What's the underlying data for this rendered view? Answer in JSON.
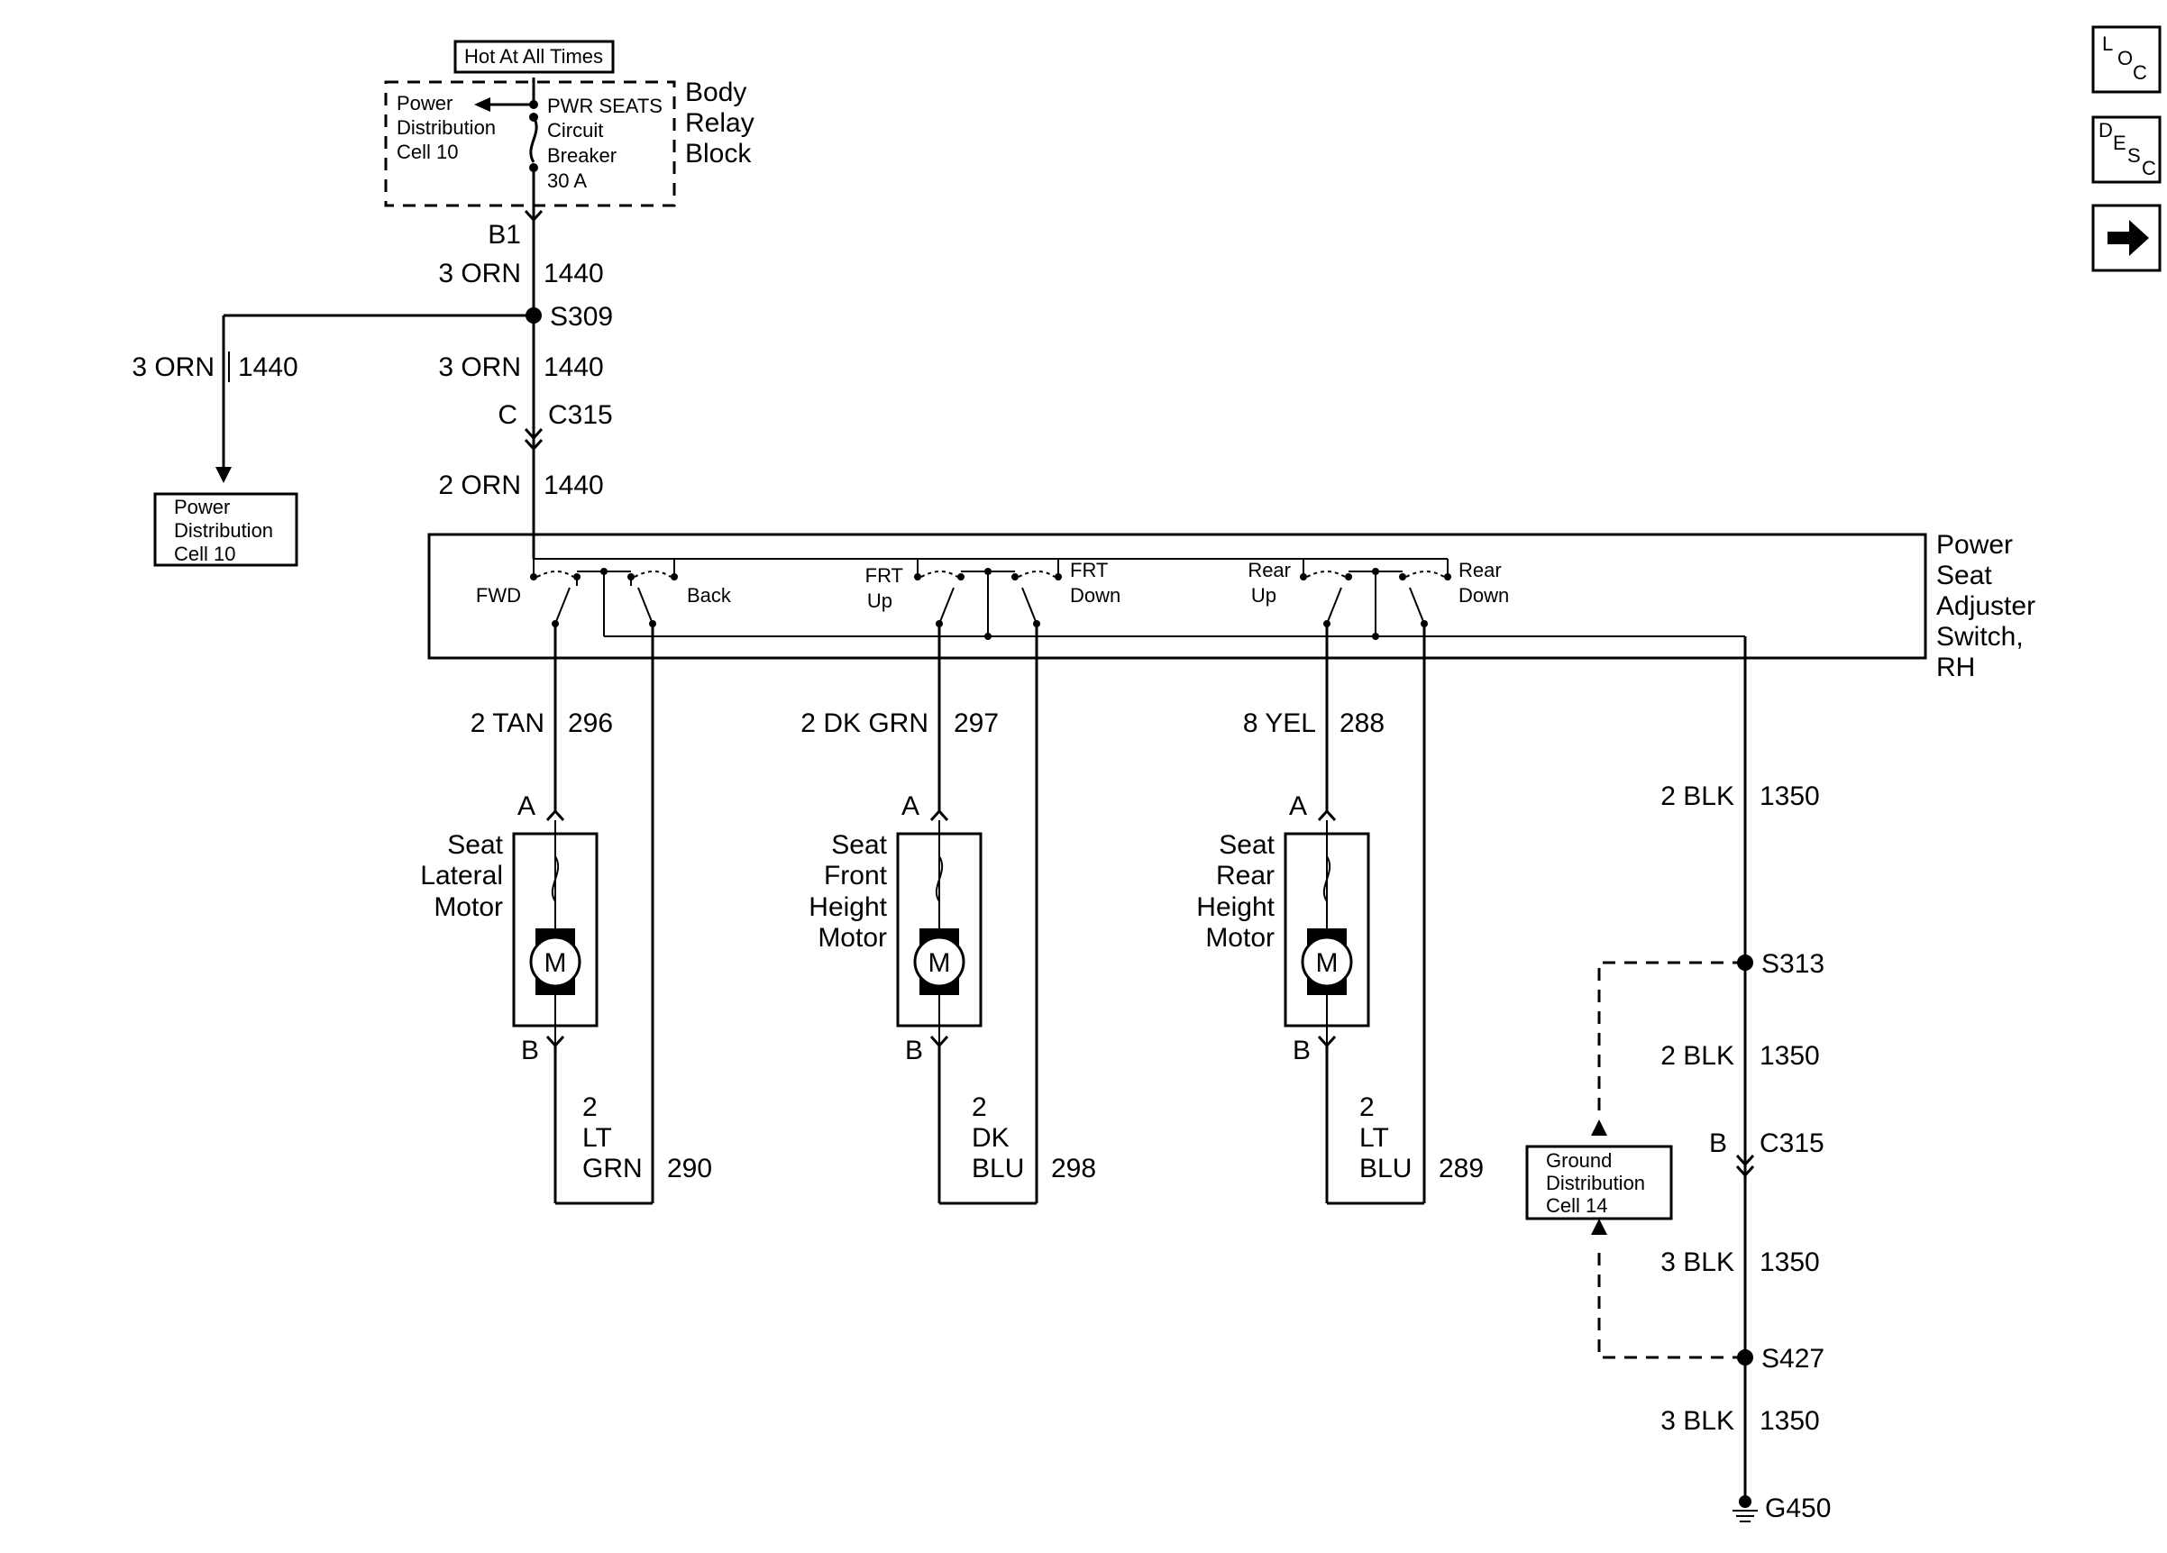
{
  "source": {
    "hot_label": "Hot At All Times",
    "pdc_lines": [
      "Power",
      "Distribution",
      "Cell 10"
    ],
    "breaker_lines": [
      "PWR SEATS",
      "Circuit",
      "Breaker",
      "30 A"
    ],
    "relay_block_lines": [
      "Body",
      "Relay",
      "Block"
    ],
    "terminal": "B1"
  },
  "feed": {
    "wire1": {
      "size_color": "3 ORN",
      "circuit": "1440"
    },
    "splice": "S309",
    "branch_wire": {
      "size_color": "3 ORN",
      "circuit": "1440"
    },
    "wire2": {
      "size_color": "3 ORN",
      "circuit": "1440"
    },
    "connector_pin": "C",
    "connector": "C315",
    "wire3": {
      "size_color": "2 ORN",
      "circuit": "1440"
    },
    "branch_dest_lines": [
      "Power",
      "Distribution",
      "Cell 10"
    ]
  },
  "switch": {
    "name_lines": [
      "Power",
      "Seat",
      "Adjuster",
      "Switch,",
      "RH"
    ],
    "fwd": "FWD",
    "back": "Back",
    "frt_up": [
      "FRT",
      "Up"
    ],
    "frt_down": [
      "FRT",
      "Down"
    ],
    "rear_up": [
      "Rear",
      "Up"
    ],
    "rear_down": [
      "Rear",
      "Down"
    ]
  },
  "motors": [
    {
      "name_lines": [
        "Seat",
        "Lateral",
        "Motor"
      ],
      "pin_a": "A",
      "pin_b": "B",
      "top_wire": {
        "size_color": "2 TAN",
        "circuit": "296"
      },
      "return_wire_lines": [
        "2",
        "LT",
        "GRN"
      ],
      "return_circuit": "290",
      "symbol": "M"
    },
    {
      "name_lines": [
        "Seat",
        "Front",
        "Height",
        "Motor"
      ],
      "pin_a": "A",
      "pin_b": "B",
      "top_wire": {
        "size_color": "2 DK GRN",
        "circuit": "297"
      },
      "return_wire_lines": [
        "2",
        "DK",
        "BLU"
      ],
      "return_circuit": "298",
      "symbol": "M"
    },
    {
      "name_lines": [
        "Seat",
        "Rear",
        "Height",
        "Motor"
      ],
      "pin_a": "A",
      "pin_b": "B",
      "top_wire": {
        "size_color": "8 YEL",
        "circuit": "288"
      },
      "return_wire_lines": [
        "2",
        "LT",
        "BLU"
      ],
      "return_circuit": "289",
      "symbol": "M"
    }
  ],
  "ground": {
    "wire1": {
      "size_color": "2 BLK",
      "circuit": "1350"
    },
    "splice1": "S313",
    "wire2": {
      "size_color": "2 BLK",
      "circuit": "1350"
    },
    "connector_pin": "B",
    "connector": "C315",
    "wire3": {
      "size_color": "3 BLK",
      "circuit": "1350"
    },
    "splice2": "S427",
    "wire4": {
      "size_color": "3 BLK",
      "circuit": "1350"
    },
    "ground_point": "G450",
    "gdc_lines": [
      "Ground",
      "Distribution",
      "Cell 14"
    ]
  },
  "nav": {
    "loc": [
      "L",
      "O",
      "C"
    ],
    "desc": [
      "D",
      "E",
      "S",
      "C"
    ],
    "next_icon": "arrow-right-icon"
  }
}
